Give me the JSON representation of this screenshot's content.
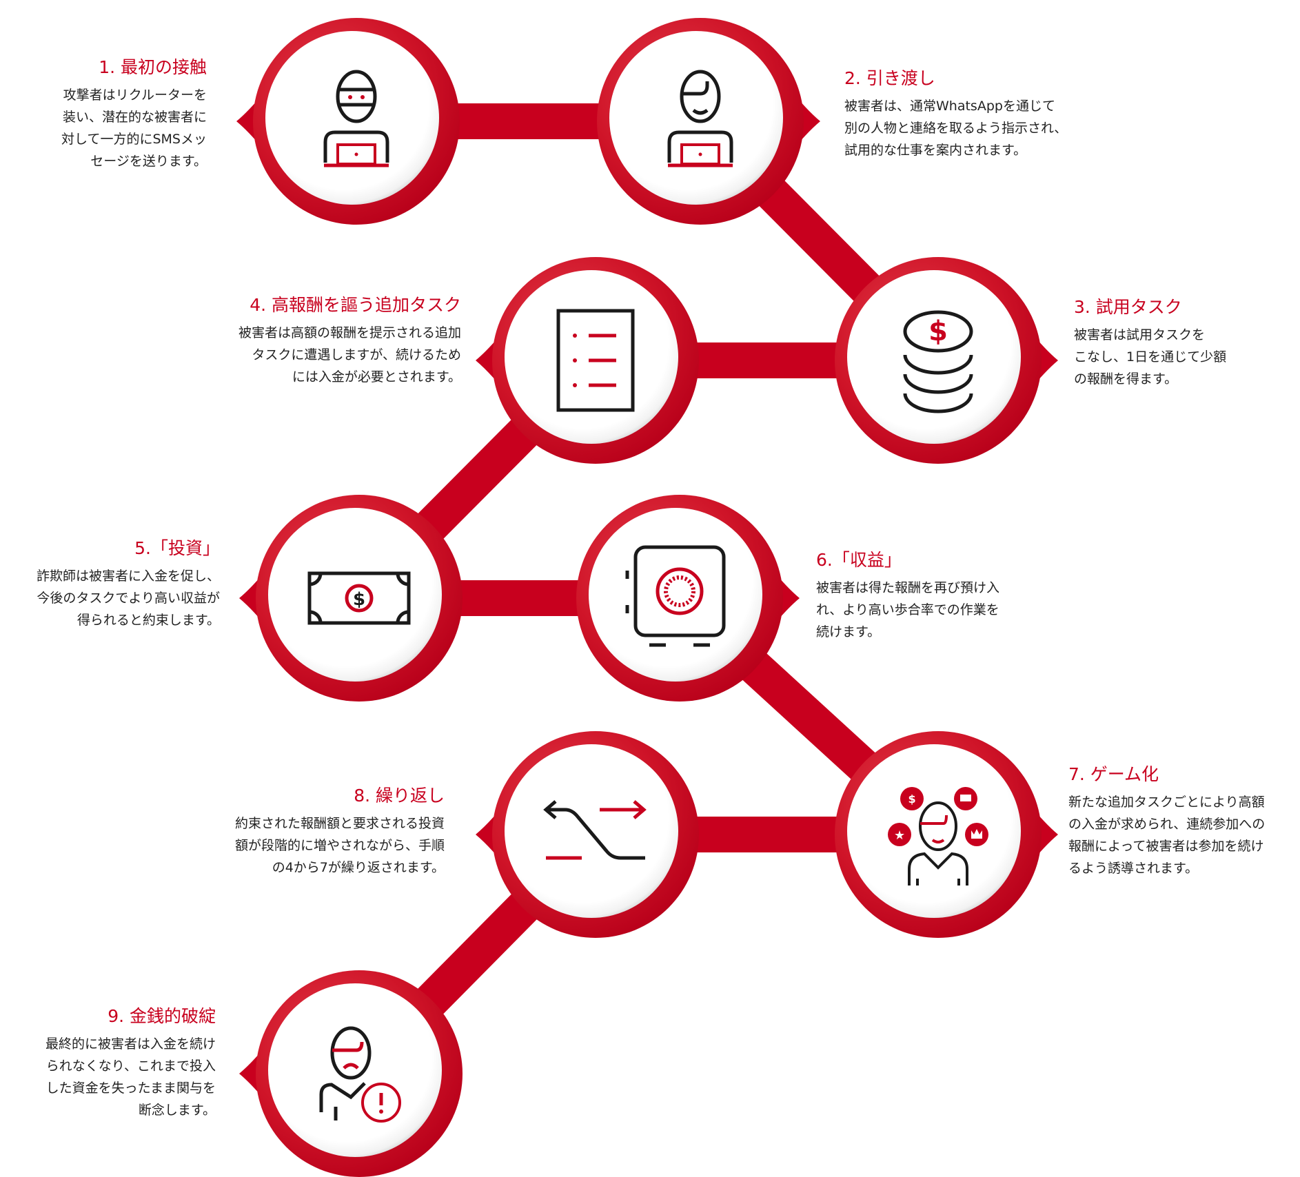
{
  "colors": {
    "accent": "#c8001e",
    "ring_light": "#dc3040",
    "text": "#222222",
    "icon": "#1a1a1a"
  },
  "steps": [
    {
      "title": "1. 最初の接触",
      "lines": [
        "攻撃者はリクルーターを",
        "装い、潜在的な被害者に",
        "対して一方的にSMSメッ",
        "セージを送ります。"
      ],
      "icon": "masked-attacker-laptop-icon"
    },
    {
      "title": "2. 引き渡し",
      "lines": [
        "被害者は、通常WhatsAppを通じて",
        "別の人物と連絡を取るよう指示され、",
        "試用的な仕事を案内されます。"
      ],
      "icon": "person-laptop-icon"
    },
    {
      "title": "3. 試用タスク",
      "lines": [
        "被害者は試用タスクを",
        "こなし、1日を通じて少額",
        "の報酬を得ます。"
      ],
      "icon": "coin-stack-icon"
    },
    {
      "title": "4. 高報酬を謳う追加タスク",
      "lines": [
        "被害者は高額の報酬を提示される追加",
        "タスクに遭遇しますが、続けるため",
        "には入金が必要とされます。"
      ],
      "icon": "task-list-icon"
    },
    {
      "title": "5.「投資」",
      "lines": [
        "詐欺師は被害者に入金を促し、",
        "今後のタスクでより高い収益が",
        "得られると約束します。"
      ],
      "icon": "banknote-icon"
    },
    {
      "title": "6.「収益」",
      "lines": [
        "被害者は得た報酬を再び預け入",
        "れ、より高い歩合率での作業を",
        "続けます。"
      ],
      "icon": "safe-icon"
    },
    {
      "title": "7. ゲーム化",
      "lines": [
        "新たな追加タスクごとにより高額",
        "の入金が求められ、連続参加への",
        "報酬によって被害者は参加を続け",
        "るよう誘導されます。"
      ],
      "icon": "gamified-person-icon"
    },
    {
      "title": "8. 繰り返し",
      "lines": [
        "約束された報酬額と要求される投資",
        "額が段階的に増やされながら、手順",
        "の4から7が繰り返されます。"
      ],
      "icon": "repeat-arrows-icon"
    },
    {
      "title": "9. 金銭的破綻",
      "lines": [
        "最終的に被害者は入金を続け",
        "られなくなり、これまで投入",
        "した資金を失ったまま関与を",
        "断念します。"
      ],
      "icon": "distressed-person-alert-icon"
    }
  ]
}
